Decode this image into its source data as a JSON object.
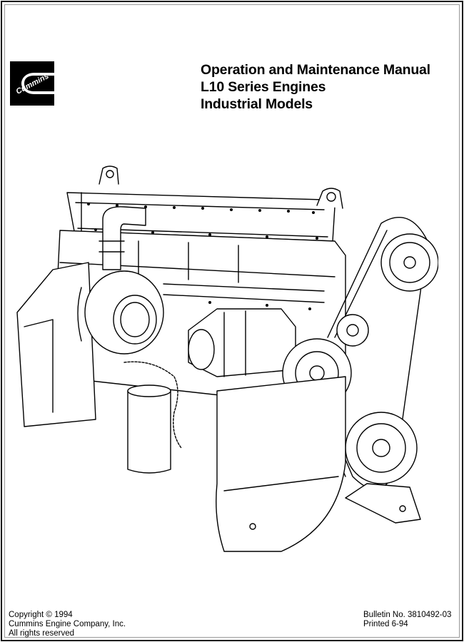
{
  "logo": {
    "icon": "cummins-c-logo",
    "text": "Cummins"
  },
  "title": {
    "line1": "Operation and Maintenance Manual",
    "line2": "L10 Series Engines",
    "line3": "Industrial Models"
  },
  "illustration": {
    "icon": "diesel-engine-line-drawing"
  },
  "copyright": {
    "line1": "Copyright © 1994",
    "line2": "Cummins Engine Company, Inc.",
    "line3": "All rights reserved"
  },
  "bulletin": {
    "number": "Bulletin No. 3810492-03",
    "printed": "Printed 6-94"
  }
}
